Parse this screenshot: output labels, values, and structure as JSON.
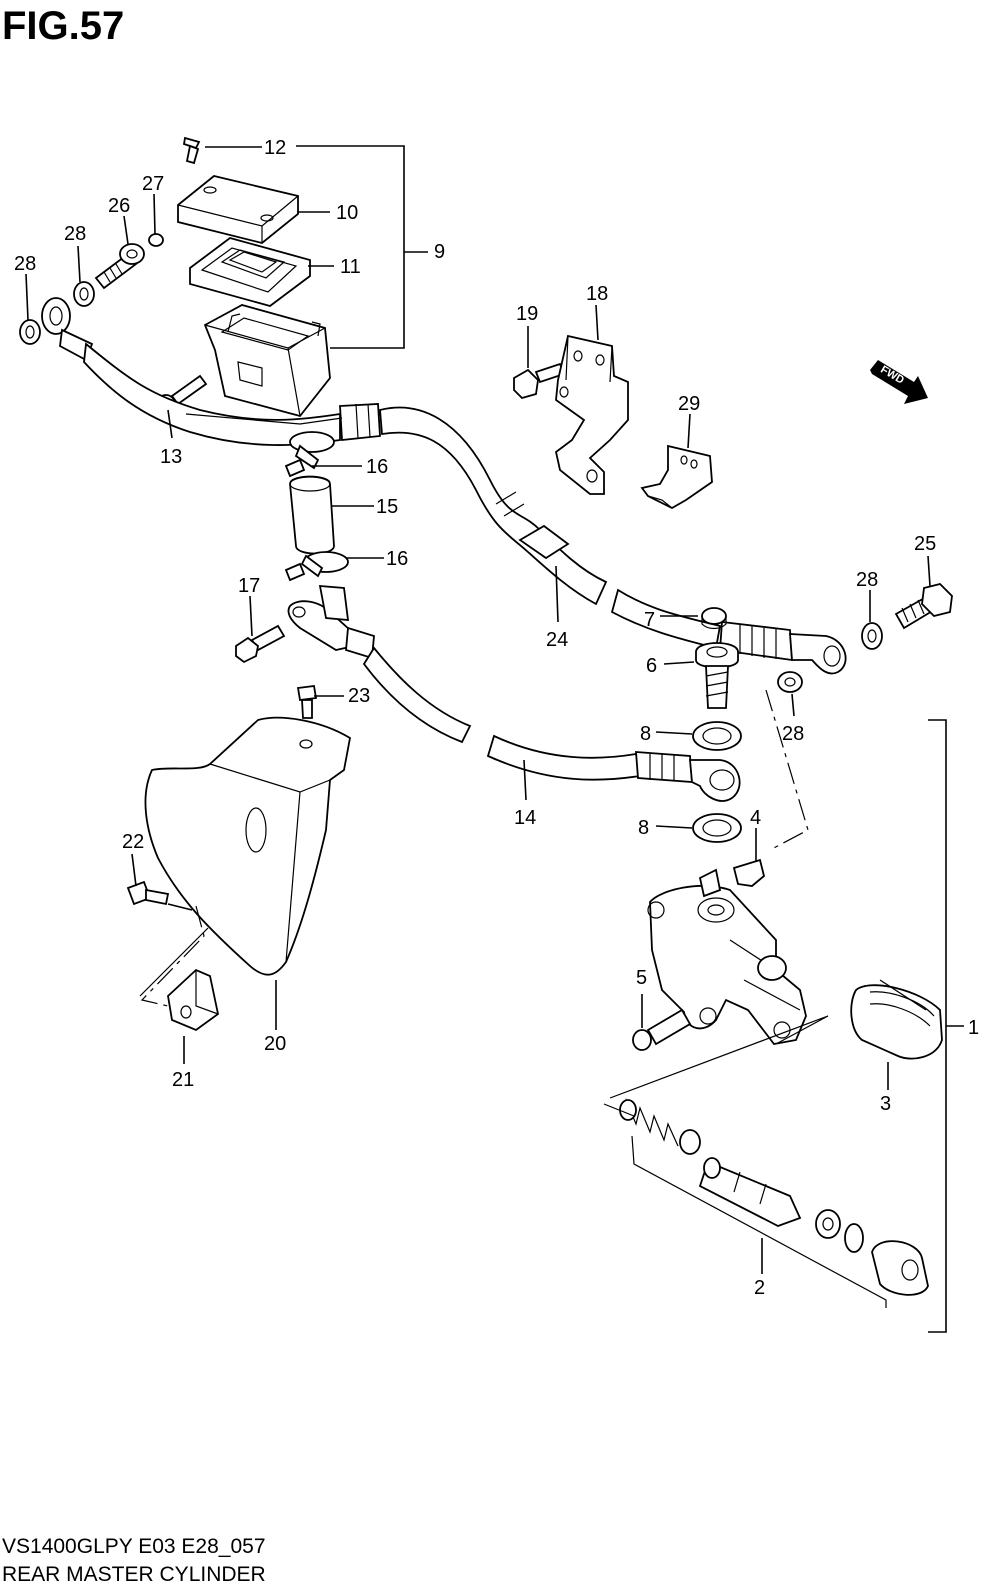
{
  "figure": {
    "title": "FIG.57"
  },
  "fwd_marker": "FWD",
  "callouts": [
    {
      "key": "c12",
      "label": "12"
    },
    {
      "key": "c10",
      "label": "10"
    },
    {
      "key": "c11",
      "label": "11"
    },
    {
      "key": "c9",
      "label": "9"
    },
    {
      "key": "c27",
      "label": "27"
    },
    {
      "key": "c26",
      "label": "26"
    },
    {
      "key": "c28a",
      "label": "28"
    },
    {
      "key": "c28b",
      "label": "28"
    },
    {
      "key": "c13",
      "label": "13"
    },
    {
      "key": "c16a",
      "label": "16"
    },
    {
      "key": "c15",
      "label": "15"
    },
    {
      "key": "c16b",
      "label": "16"
    },
    {
      "key": "c17",
      "label": "17"
    },
    {
      "key": "c23",
      "label": "23"
    },
    {
      "key": "c22",
      "label": "22"
    },
    {
      "key": "c21",
      "label": "21"
    },
    {
      "key": "c20",
      "label": "20"
    },
    {
      "key": "c19",
      "label": "19"
    },
    {
      "key": "c18",
      "label": "18"
    },
    {
      "key": "c29",
      "label": "29"
    },
    {
      "key": "c24",
      "label": "24"
    },
    {
      "key": "c25",
      "label": "25"
    },
    {
      "key": "c28c",
      "label": "28"
    },
    {
      "key": "c7",
      "label": "7"
    },
    {
      "key": "c6",
      "label": "6"
    },
    {
      "key": "c8a",
      "label": "8"
    },
    {
      "key": "c28d",
      "label": "28"
    },
    {
      "key": "c14",
      "label": "14"
    },
    {
      "key": "c8b",
      "label": "8"
    },
    {
      "key": "c4",
      "label": "4"
    },
    {
      "key": "c5",
      "label": "5"
    },
    {
      "key": "c1",
      "label": "1"
    },
    {
      "key": "c3",
      "label": "3"
    },
    {
      "key": "c2",
      "label": "2"
    }
  ],
  "footer": {
    "code": "VS1400GLPY E03 E28_057",
    "caption": "REAR MASTER CYLINDER"
  }
}
